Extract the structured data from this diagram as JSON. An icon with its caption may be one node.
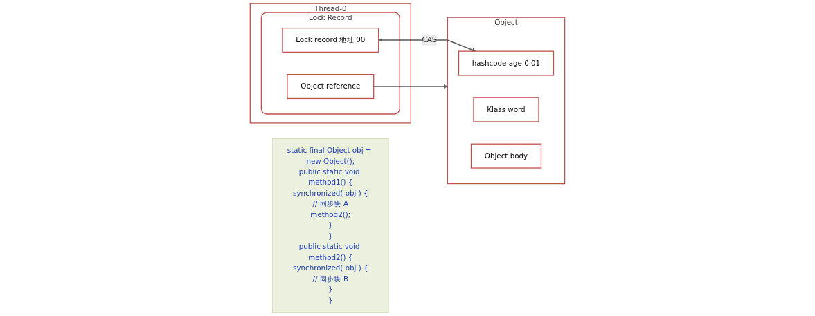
{
  "diagram": {
    "nodes": [
      {
        "text": [
          "Thread-0"
        ]
      },
      {
        "text": [
          "Lock Record"
        ],
        "in": 0
      },
      {
        "text": [
          "Lock record 地址 00"
        ],
        "in": 1
      },
      {
        "text": [
          "Object reference"
        ],
        "in": 1
      },
      {
        "text": [
          "Object"
        ]
      },
      {
        "text": [
          "hashcode age 0 01"
        ],
        "in": 4
      },
      {
        "text": [
          "Klass word"
        ],
        "in": 4
      },
      {
        "text": [
          "Object body"
        ],
        "in": 4
      },
      {
        "text": [
          "static final Object obj = new Object();",
          "public static void method1() {",
          "synchronized( obj ) {",
          "// 同步块 A",
          "method2();",
          "}",
          "}",
          "public static void method2() {",
          "synchronized( obj ) {",
          "// 同步块 B",
          "}",
          "}"
        ]
      }
    ],
    "edges": [
      {
        "from": 3,
        "to": 4,
        "arrow": "to"
      },
      {
        "from": 2,
        "to": 5,
        "label": "CAS",
        "arrow": "both"
      }
    ]
  }
}
